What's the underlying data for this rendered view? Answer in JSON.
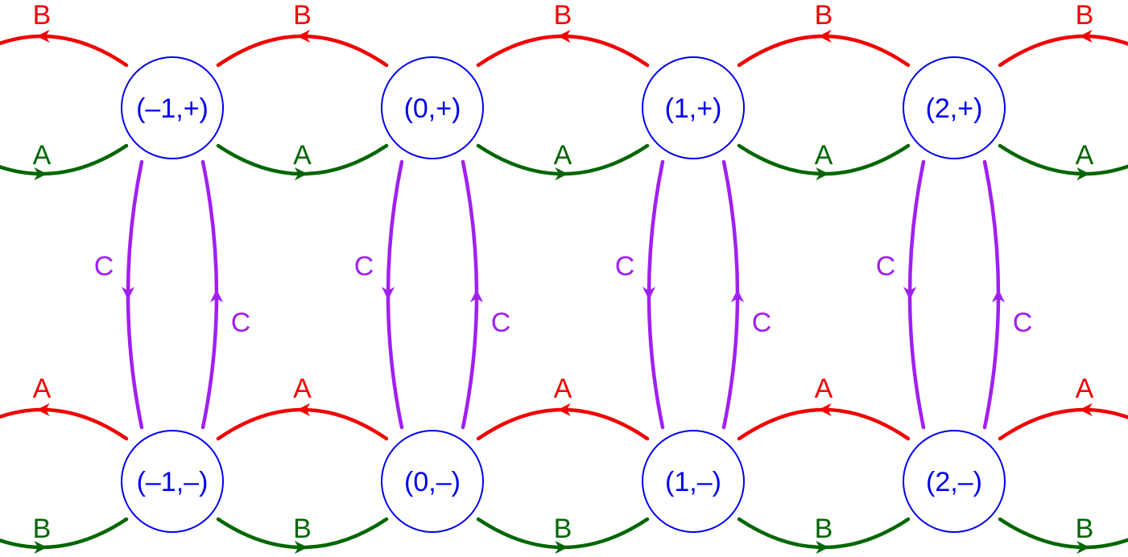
{
  "colors": {
    "node": "#0000ee",
    "red": "#f20000",
    "green": "#006600",
    "purple": "#a020f0"
  },
  "nodes_top": [
    "(–1,+)",
    "(0,+)",
    "(1,+)",
    "(2,+)"
  ],
  "nodes_bottom": [
    "(–1,–)",
    "(0,–)",
    "(1,–)",
    "(2,–)"
  ],
  "edge_labels": {
    "top_upper": "B",
    "top_lower": "A",
    "bottom_upper": "A",
    "bottom_lower": "B",
    "vertical": "C"
  }
}
